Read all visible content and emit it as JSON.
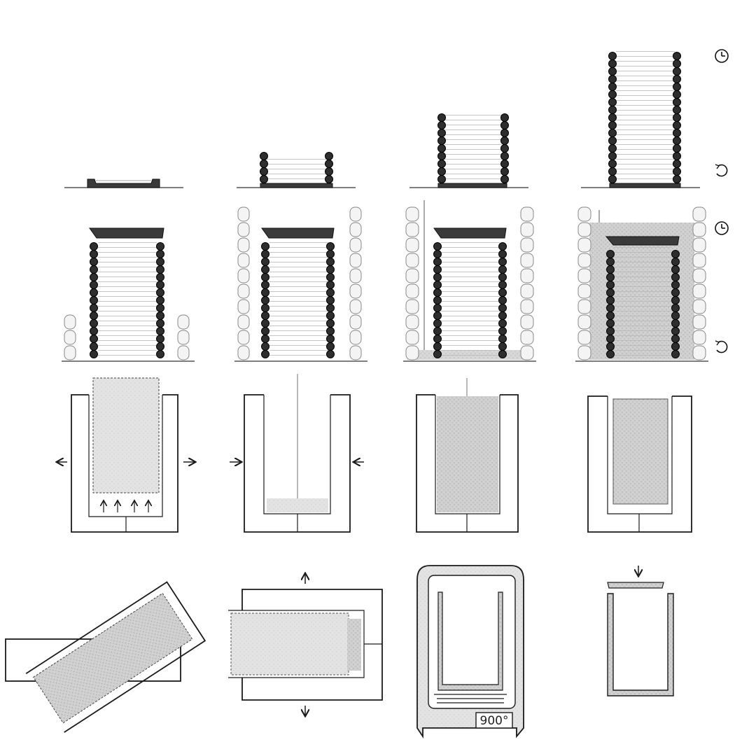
{
  "figure": {
    "rows": [
      {
        "name": "coil-building",
        "panels": [
          "coil-stage-1",
          "coil-stage-2",
          "coil-stage-3",
          "coil-stage-4"
        ]
      },
      {
        "name": "coil-packing",
        "panels": [
          "pack-stage-1",
          "pack-stage-2",
          "pack-stage-3",
          "pack-stage-4"
        ]
      },
      {
        "name": "mold-casting",
        "panels": [
          "mold-stage-1",
          "mold-stage-2",
          "mold-stage-3",
          "mold-stage-4"
        ]
      },
      {
        "name": "demold-fire",
        "panels": [
          "demold-stage-1",
          "demold-stage-2",
          "kiln-stage",
          "assemble-stage"
        ]
      }
    ],
    "icons": [
      "clock-icon",
      "rotate-icon",
      "arrow-icon"
    ],
    "kiln_temperature": "900°"
  },
  "colors": {
    "ink": "#1a1a1a",
    "coil": "#2e2e2e",
    "coil_light": "#d9d9d9",
    "shading": "#c4c4c4",
    "paper": "#ffffff"
  }
}
